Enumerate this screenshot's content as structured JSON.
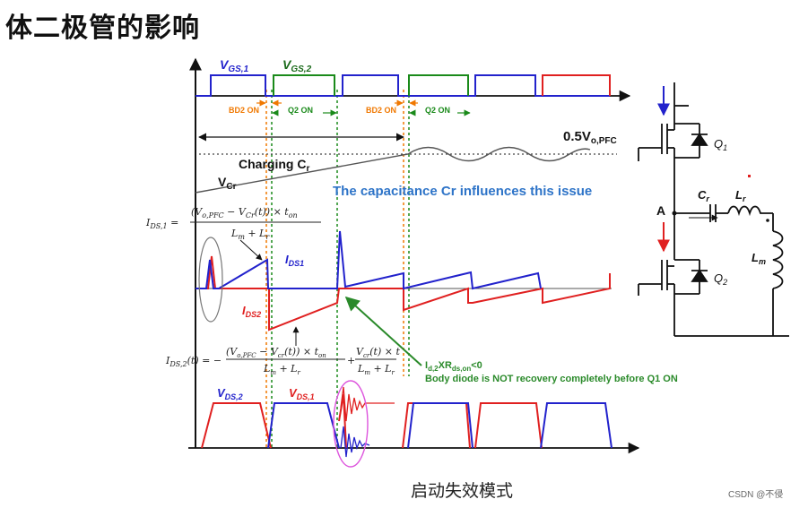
{
  "title": "体二极管的影响",
  "caption": "启动失效模式",
  "watermark": "CSDN @不侵",
  "labels": {
    "vgs1": "V",
    "vgs1_sub": "GS,1",
    "vgs2": "V",
    "vgs2_sub": "GS,2",
    "bd2_on": "BD2 ON",
    "q2_on": "Q2 ON",
    "half_vo": "0.5V",
    "half_vo_sub": "o,PFC",
    "charging": "Charging C",
    "charging_sub": "r",
    "vcr": "V",
    "vcr_sub": "Cr",
    "cap_note": "The capacitance Cr influences this issue",
    "ids1_eq_lhs": "I",
    "ids1_eq_lhs_sub": "DS,1",
    "ids1_eq_num": "(V",
    "ids1_eq_num_sub": "o,PFC",
    "ids1_eq_num_rest": " − V",
    "ids1_eq_num_sub2": "Cr",
    "ids1_eq_num_tail": "(t)) × t",
    "ids1_eq_num_sub3": "on",
    "ids1_eq_den": "L",
    "ids1_eq_den_sub": "m",
    "ids1_eq_den_rest": " + L",
    "ids1_eq_den_sub2": "r",
    "ids1": "I",
    "ids1_sub": "DS1",
    "ids2": "I",
    "ids2_sub": "DS2",
    "ids2_eq_lhs": "I",
    "ids2_eq_lhs_sub": "DS,2",
    "ids2_eq_lhs_tail": "(t) = −",
    "ids2_eq_num1": "(V",
    "ids2_eq_num1_sub": "o,PFC",
    "ids2_eq_num1_rest": " − V",
    "ids2_eq_num1_sub2": "cr",
    "ids2_eq_num1_tail": "(t)) × t",
    "ids2_eq_num1_sub3": "on",
    "ids2_eq_den1": "L",
    "ids2_eq_den1_sub": "m",
    "ids2_eq_den1_rest": " + L",
    "ids2_eq_den1_sub2": "r",
    "ids2_eq_plus": "+",
    "ids2_eq_num2": "V",
    "ids2_eq_num2_sub": "cr",
    "ids2_eq_num2_tail": "(t) × t",
    "ids2_eq_den2": "L",
    "ids2_eq_den2_sub": "m",
    "ids2_eq_den2_rest": " + L",
    "ids2_eq_den2_sub2": "r",
    "id2_note": "I",
    "id2_note_sub": "d,2",
    "id2_note_mid": "XR",
    "id2_note_sub2": "ds,on",
    "id2_note_tail": "<0",
    "body_diode_note": "Body diode is NOT recovery completely before Q1 ON",
    "vds2": "V",
    "vds2_sub": "DS,2",
    "vds1": "V",
    "vds1_sub": "DS,1",
    "q1": "Q",
    "q1_sub": "1",
    "q2": "Q",
    "q2_sub": "2",
    "node_a": "A",
    "cr": "C",
    "cr_sub": "r",
    "lr": "L",
    "lr_sub": "r",
    "lm": "L",
    "lm_sub": "m"
  },
  "colors": {
    "blue": "#2222cc",
    "red": "#e02020",
    "orange": "#f07800",
    "green": "#1a8a1a",
    "note_blue": "#2e74c8",
    "note_green": "#2a8a2a",
    "black": "#111111",
    "gray": "#777777",
    "magenta": "#dd55dd"
  }
}
